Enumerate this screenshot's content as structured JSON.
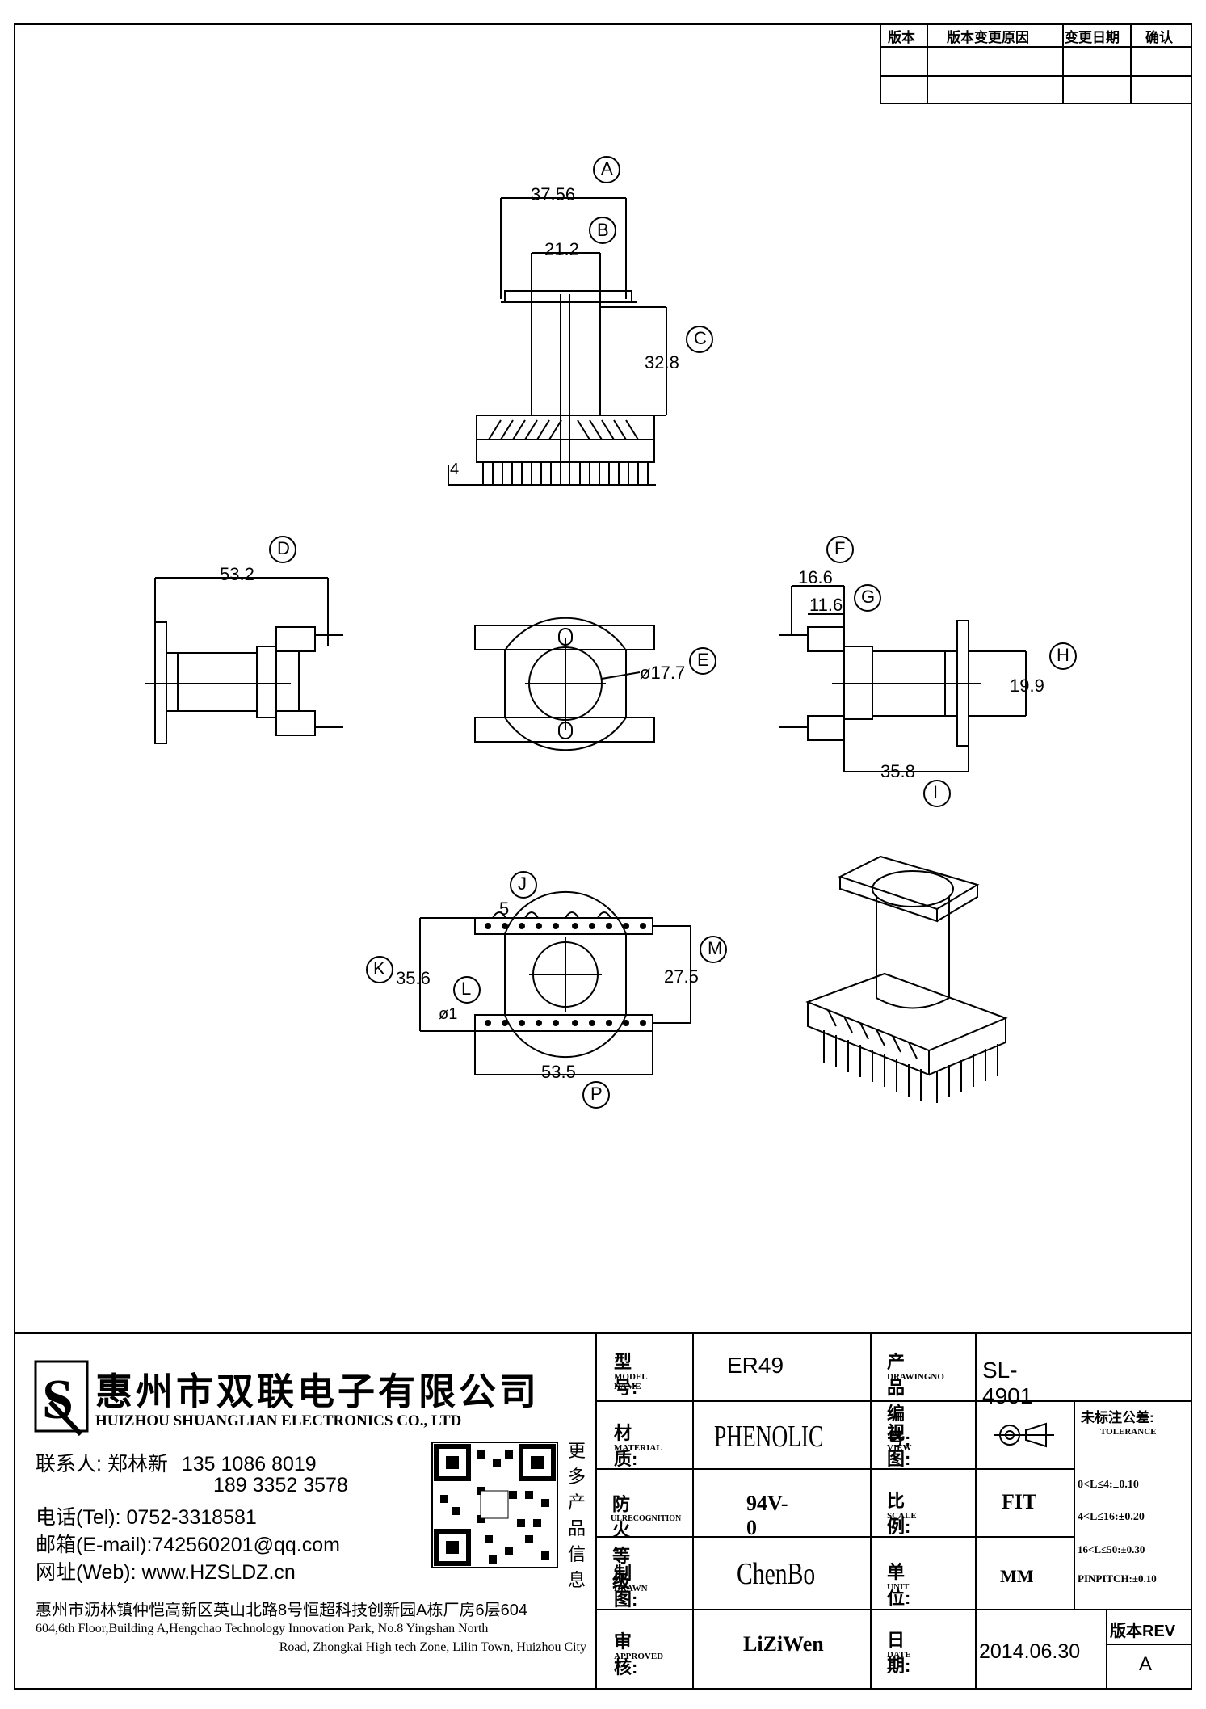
{
  "revision_table": {
    "headers": [
      "版本",
      "版本变更原因",
      "变更日期",
      "确认"
    ]
  },
  "dimensions": {
    "A": {
      "label": "A",
      "value": "37.56"
    },
    "B": {
      "label": "B",
      "value": "21.2"
    },
    "C": {
      "label": "C",
      "value": "32.8"
    },
    "pin_len": {
      "value": "4"
    },
    "D": {
      "label": "D",
      "value": "53.2"
    },
    "E": {
      "label": "E",
      "value": "ø17.7"
    },
    "F": {
      "label": "F",
      "value": "16.6"
    },
    "G": {
      "label": "G",
      "value": "11.6"
    },
    "H": {
      "label": "H",
      "value": "19.9"
    },
    "I": {
      "label": "I",
      "value": "35.8"
    },
    "J": {
      "label": "J",
      "value": "5"
    },
    "K": {
      "label": "K",
      "value": "35.6"
    },
    "L": {
      "label": "L",
      "value": "ø1"
    },
    "M": {
      "label": "M",
      "value": "27.5"
    },
    "P": {
      "label": "P",
      "value": "53.5"
    }
  },
  "company": {
    "name_cn": "惠州市双联电子有限公司",
    "name_en": "HUIZHOU SHUANGLIAN ELECTRONICS CO., LTD",
    "contact_label": "联系人:",
    "contact_name": "郑林新",
    "phone1": "135 1086 8019",
    "phone2": "189 3352 3578",
    "tel": "电话(Tel): 0752-3318581",
    "email": "邮箱(E-mail):742560201@qq.com",
    "web": "网址(Web): www.HZSLDZ.cn",
    "qr_caption": "更多产品信息",
    "address_cn": "惠州市沥林镇仲恺高新区英山北路8号恒超科技创新园A栋厂房6层604",
    "address_en_1": "604,6th Floor,Building A,Hengchao Technology Innovation Park, No.8 Yingshan North",
    "address_en_2": "Road, Zhongkai High tech Zone, Lilin Town, Huizhou City"
  },
  "title_block": {
    "model_label": "型号:",
    "model_label_en": "MODEL NAME",
    "model": "ER49",
    "drawingno_label": "产品编号:",
    "drawingno_label_en": "DRAWINGNO",
    "drawingno": "SL-4901",
    "material_label": "材质:",
    "material_label_en": "MATERIAL",
    "material": "PHENOLIC",
    "view_label": "视图:",
    "view_label_en": "VIEW",
    "tolerance_label": "未标注公差:",
    "tolerance_label_en": "TOLERANCE",
    "tol1": "0<L≤4:±0.10",
    "tol2": "4<L≤16:±0.20",
    "tol3": "16<L≤50:±0.30",
    "tol4": "PINPITCH:±0.10",
    "flame_label": "防火等级",
    "flame_label_en": "ULRECOGNITION",
    "flame": "94V-0",
    "scale_label": "比例:",
    "scale_label_en": "SCALE",
    "scale": "FIT",
    "drawn_label": "制图:",
    "drawn_label_en": "DRAWN",
    "drawn": "ChenBo",
    "unit_label": "单位:",
    "unit_label_en": "UNIT",
    "unit": "MM",
    "approved_label": "审核:",
    "approved_label_en": "APPROVED",
    "approved": "LiZiWen",
    "date_label": "日期:",
    "date_label_en": "DATE",
    "date": "2014.06.30",
    "rev_label": "版本REV",
    "rev": "A"
  }
}
